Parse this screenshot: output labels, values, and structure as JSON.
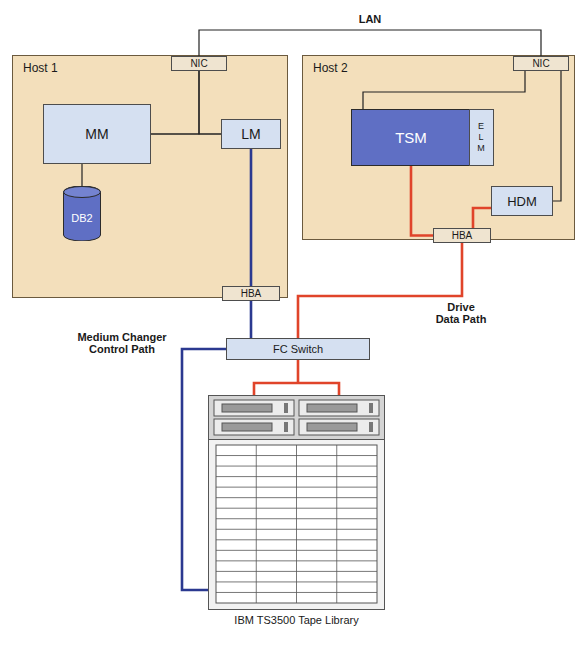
{
  "diagram": {
    "nodes": [
      {
        "text": [
          "Host 1"
        ]
      },
      {
        "text": [
          "NIC"
        ],
        "in": 0
      },
      {
        "text": [
          "MM"
        ],
        "in": 0
      },
      {
        "text": [
          "DB2"
        ],
        "in": 0
      },
      {
        "text": [
          "LM"
        ],
        "in": 0
      },
      {
        "text": [
          "HBA"
        ],
        "in": 0
      },
      {
        "text": [
          "Host 2"
        ]
      },
      {
        "text": [
          "NIC"
        ],
        "in": 6
      },
      {
        "text": [
          "TSM"
        ],
        "in": 6
      },
      {
        "text": [
          "E L M"
        ],
        "in": 6
      },
      {
        "text": [
          "HDM"
        ],
        "in": 6
      },
      {
        "text": [
          "HBA"
        ],
        "in": 6
      },
      {
        "text": [
          "FC Switch"
        ]
      },
      {
        "text": [
          "IBM TS3500 Tape Library"
        ]
      }
    ],
    "edges": [
      {
        "from": 1,
        "to": 7,
        "arrow": "none",
        "label": "LAN"
      },
      {
        "from": 1,
        "to": 2,
        "arrow": "none"
      },
      {
        "from": 1,
        "to": 4,
        "arrow": "none"
      },
      {
        "from": 2,
        "to": 4,
        "arrow": "none"
      },
      {
        "from": 2,
        "to": 3,
        "arrow": "none"
      },
      {
        "from": 4,
        "to": 5,
        "arrow": "none"
      },
      {
        "from": 5,
        "to": 12,
        "arrow": "none"
      },
      {
        "from": 7,
        "to": 8,
        "arrow": "none"
      },
      {
        "from": 7,
        "to": 10,
        "arrow": "none"
      },
      {
        "from": 8,
        "to": 11,
        "arrow": "none"
      },
      {
        "from": 10,
        "to": 11,
        "arrow": "none"
      },
      {
        "from": 11,
        "to": 12,
        "arrow": "none",
        "label": "Drive Data Path"
      },
      {
        "from": 12,
        "to": 13,
        "arrow": "none",
        "label": "Medium Changer Control Path"
      },
      {
        "from": 12,
        "to": 13,
        "arrow": "none"
      }
    ]
  }
}
